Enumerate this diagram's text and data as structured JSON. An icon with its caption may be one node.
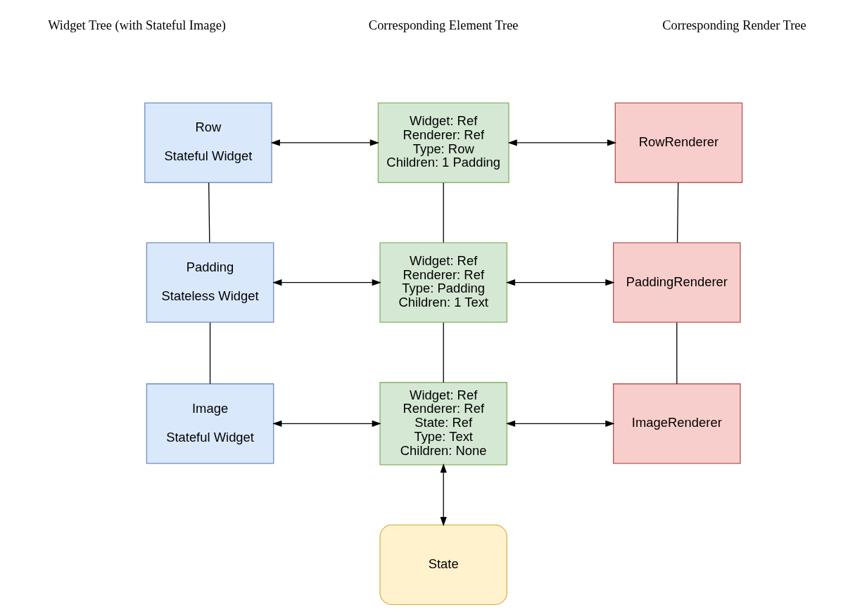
{
  "diagram": {
    "nodes": [
      {
        "text": [
          "Row",
          "Stateful Widget"
        ]
      },
      {
        "text": [
          "Widget: Ref",
          "Renderer: Ref",
          "Type: Row",
          "Children: 1 Padding"
        ]
      },
      {
        "text": [
          "RowRenderer"
        ]
      },
      {
        "text": [
          "Padding",
          "Stateless Widget"
        ]
      },
      {
        "text": [
          "Widget: Ref",
          "Renderer: Ref",
          "Type: Padding",
          "Children: 1 Text"
        ]
      },
      {
        "text": [
          "PaddingRenderer"
        ]
      },
      {
        "text": [
          "Image",
          "Stateful Widget"
        ]
      },
      {
        "text": [
          "Widget: Ref",
          "Renderer: Ref",
          "State: Ref",
          "Type: Text",
          "Children: None"
        ]
      },
      {
        "text": [
          "ImageRenderer"
        ]
      },
      {
        "text": [
          "State"
        ]
      }
    ],
    "edges": [
      {
        "from": 0,
        "to": 1,
        "arrow": "both"
      },
      {
        "from": 1,
        "to": 2,
        "arrow": "both"
      },
      {
        "from": 0,
        "to": 3,
        "arrow": "none"
      },
      {
        "from": 1,
        "to": 4,
        "arrow": "none"
      },
      {
        "from": 2,
        "to": 5,
        "arrow": "none"
      },
      {
        "from": 3,
        "to": 4,
        "arrow": "both"
      },
      {
        "from": 4,
        "to": 5,
        "arrow": "both"
      },
      {
        "from": 3,
        "to": 6,
        "arrow": "none"
      },
      {
        "from": 4,
        "to": 7,
        "arrow": "none"
      },
      {
        "from": 5,
        "to": 8,
        "arrow": "none"
      },
      {
        "from": 6,
        "to": 7,
        "arrow": "both"
      },
      {
        "from": 7,
        "to": 8,
        "arrow": "both"
      },
      {
        "from": 7,
        "to": 9,
        "arrow": "both"
      }
    ],
    "labels": [
      "Widget Tree (with Stateful Image)",
      "Corresponding Element Tree",
      "Corresponding Render Tree"
    ]
  }
}
